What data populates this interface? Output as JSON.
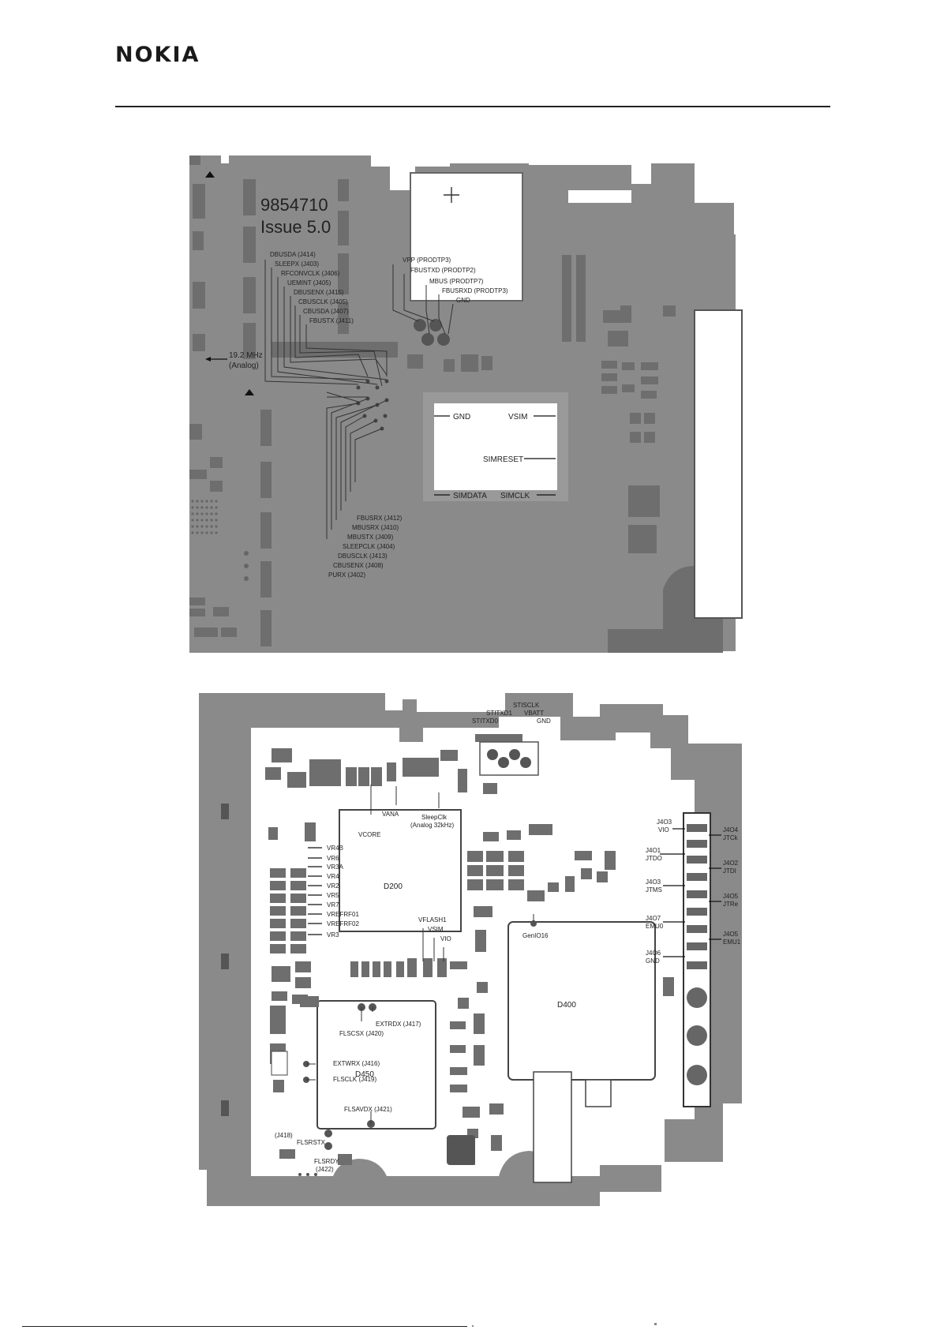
{
  "header": {
    "brand": "NOKIA"
  },
  "top_board": {
    "part_number": "9854710",
    "issue": "Issue 5.0",
    "testpoints_left": [
      "DBUSDA (J414)",
      "SLEEPX (J403)",
      "RFCONVCLK (J406)",
      "UEMINT (J405)",
      "DBUSENX (J415)",
      "CBUSCLK (J405)",
      "CBUSDA (J407)",
      "FBUSTX (J411)"
    ],
    "clock_label": "19.2 MHz\n(Analog)",
    "clock_line1": "19.2 MHz",
    "clock_line2": "(Analog)",
    "prod_testpoints": [
      "VPP (PRODTP3)",
      "FBUSTXD (PRODTP2)",
      "MBUS (PRODTP7)",
      "FBUSRXD (PRODTP3)",
      "GND"
    ],
    "sim_labels": [
      "GND",
      "VSIM",
      "SIMRESET",
      "SIMDATA",
      "SIMCLK"
    ],
    "testpoints_bottom": [
      "FBUSRX (J412)",
      "MBUSRX (J410)",
      "MBUSTX (J409)",
      "SLEEPCLK (J404)",
      "DBUSCLK (J413)",
      "CBUSENX (J408)",
      "PURX (J402)"
    ]
  },
  "bottom_board": {
    "top_testpoints": [
      "STISCLK",
      "STITXD1",
      "VBATT",
      "STITXD0",
      "GND"
    ],
    "d200_label": "D200",
    "d200_left_pins": [
      "VR4B",
      "VR6",
      "VR3A",
      "VR4",
      "VR2",
      "VR5",
      "VR7",
      "VREFRF01",
      "VREFRF02",
      "VR3"
    ],
    "d200_top_labels": [
      "VCORE",
      "VANA"
    ],
    "sleepclk": "SleepClk\n(Analog 32kHz)",
    "sleepclk_line1": "SleepClk",
    "sleepclk_line2": "(Analog 32kHz)",
    "d200_bottom_labels": [
      "VFLASH1",
      "VSIM",
      "VIO"
    ],
    "d400_label": "D400",
    "genio": "GenIO16",
    "d450_label": "D450",
    "d450_testpoints": [
      "EXTRDX (J417)",
      "FLSCSX (J420)",
      "EXTWRX (J416)",
      "FLSCLK (J419)",
      "FLSAVDX (J421)"
    ],
    "flash_bottom": [
      "(J418)",
      "FLSRSTX",
      "FLSRDY",
      "(J422)"
    ],
    "right_testpoints": [
      "J4O3\nVIO",
      "J4O4\nJTCk",
      "J4O1\nJTDO",
      "J4O2\nJTDI",
      "J4O3\nJTMS",
      "J4O5\nJTRe",
      "J4O7\nEMU0",
      "J4O5\nEMU1",
      "J4O6\nGND"
    ],
    "right_tp": [
      {
        "a": "J4O3",
        "b": "VIO"
      },
      {
        "a": "J4O4",
        "b": "JTCk"
      },
      {
        "a": "J4O1",
        "b": "JTDO"
      },
      {
        "a": "J4O2",
        "b": "JTDI"
      },
      {
        "a": "J4O3",
        "b": "JTMS"
      },
      {
        "a": "J4O5",
        "b": "JTRe"
      },
      {
        "a": "J4O7",
        "b": "EMU0"
      },
      {
        "a": "J4O5",
        "b": "EMU1"
      },
      {
        "a": "J4O6",
        "b": "GND"
      }
    ]
  },
  "colors": {
    "pcb": "#8a8a8a",
    "component": "#6e6e6e",
    "ink": "#222222"
  }
}
